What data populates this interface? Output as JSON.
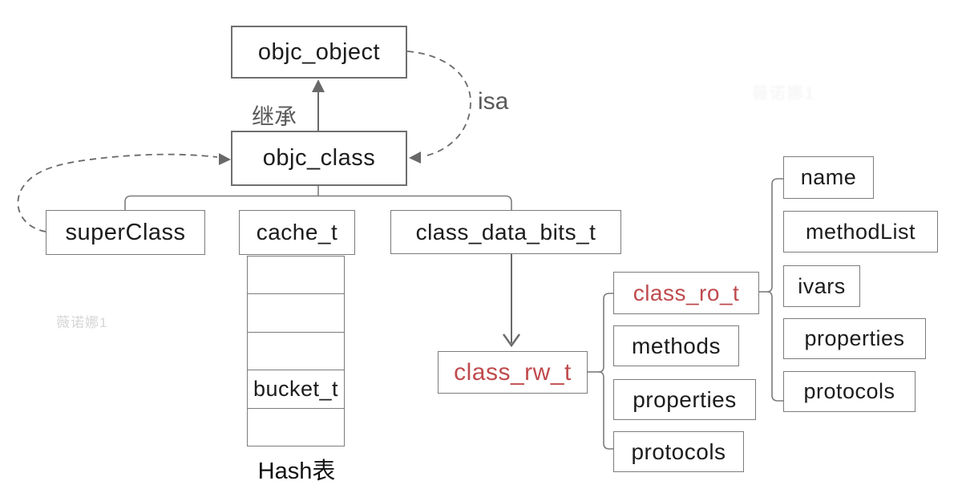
{
  "diagram": {
    "nodes": {
      "objc_object": {
        "label": "objc_object"
      },
      "objc_class": {
        "label": "objc_class"
      },
      "superclass": {
        "label": "superClass"
      },
      "cache_t": {
        "label": "cache_t"
      },
      "class_data_bits_t": {
        "label": "class_data_bits_t"
      },
      "class_rw_t": {
        "label": "class_rw_t",
        "emphasis": "red"
      },
      "class_ro_t": {
        "label": "class_ro_t",
        "emphasis": "red"
      },
      "methods": {
        "label": "methods"
      },
      "properties_mid": {
        "label": "properties"
      },
      "protocols_mid": {
        "label": "protocols"
      },
      "name": {
        "label": "name"
      },
      "methodList": {
        "label": "methodList"
      },
      "ivars": {
        "label": "ivars"
      },
      "properties_right": {
        "label": "properties"
      },
      "protocols_right": {
        "label": "protocols"
      }
    },
    "cache_table": {
      "rows": [
        "",
        "",
        "",
        "bucket_t",
        ""
      ]
    },
    "labels": {
      "inherit": "继承",
      "isa": "isa",
      "hash_table": "Hash表"
    },
    "watermark": "薇诺娜1",
    "colors": {
      "box_border": "#7c7c7c",
      "box_border_dark": "#6f6f6f",
      "line": "#696969",
      "text": "#1c1c1c",
      "red_text": "#bf4a4d",
      "muted_label": "#595959",
      "watermark": "#d6d6d6"
    }
  }
}
